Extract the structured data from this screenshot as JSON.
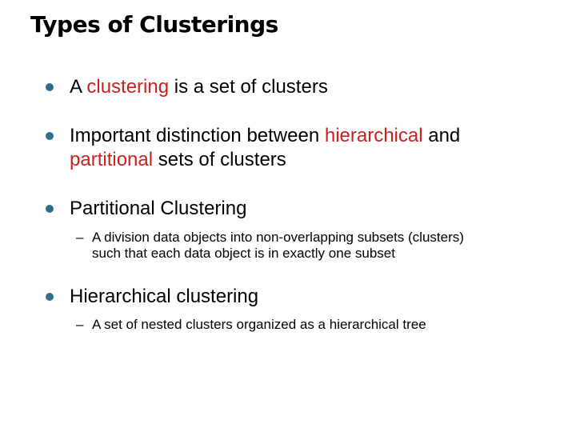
{
  "slide": {
    "title": "Types of Clusterings",
    "bullets": [
      {
        "parts": [
          {
            "text": "A ",
            "highlight": false
          },
          {
            "text": "clustering",
            "highlight": true
          },
          {
            "text": " is a set of clusters",
            "highlight": false
          }
        ]
      },
      {
        "line1": [
          {
            "text": "Important distinction between ",
            "highlight": false
          },
          {
            "text": "hierarchical",
            "highlight": true
          },
          {
            "text": " and",
            "highlight": false
          }
        ],
        "line2": [
          {
            "text": "partitional",
            "highlight": true
          },
          {
            "text": " sets of clusters",
            "highlight": false
          }
        ]
      },
      {
        "text": "Partitional Clustering",
        "sub": {
          "dash": "–",
          "line1": "A division data objects into non-overlapping subsets (clusters)",
          "line2": "such that each data object is in exactly one subset"
        }
      },
      {
        "text": "Hierarchical clustering",
        "sub": {
          "dash": "–",
          "line1": "A set of nested clusters organized as a hierarchical tree"
        }
      }
    ]
  },
  "colors": {
    "bullet_dot": "#2e6e8e",
    "highlight_text": "#cc1f1f",
    "body_text": "#000000",
    "background": "#ffffff"
  }
}
